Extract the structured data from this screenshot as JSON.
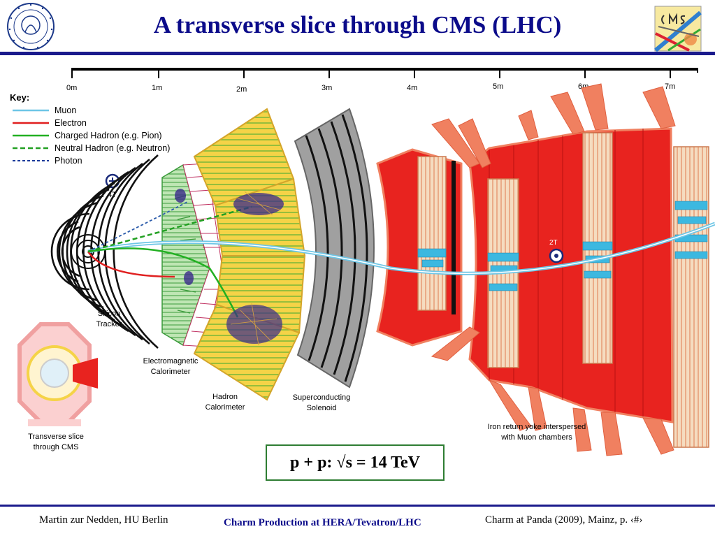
{
  "title": "A transverse slice through CMS (LHC)",
  "scale_ticks": [
    "0m",
    "1m",
    "2m",
    "3m",
    "4m",
    "5m",
    "6m",
    "7m"
  ],
  "key": {
    "heading": "Key:",
    "items": [
      {
        "label": "Muon",
        "color": "#6ec6e6",
        "style": "solid"
      },
      {
        "label": "Electron",
        "color": "#e02020",
        "style": "solid"
      },
      {
        "label": "Charged Hadron (e.g. Pion)",
        "color": "#22b022",
        "style": "solid"
      },
      {
        "label": "Neutral Hadron (e.g. Neutron)",
        "color": "#22a022",
        "style": "dashed"
      },
      {
        "label": "Photon",
        "color": "#1a3a9a",
        "style": "dashed"
      }
    ]
  },
  "field_labels": {
    "inner": "4T",
    "outer": "2T"
  },
  "components": {
    "tracker": [
      "Silicon",
      "Tracker"
    ],
    "ecal": [
      "Electromagnetic",
      "Calorimeter"
    ],
    "hcal": [
      "Hadron",
      "Calorimeter"
    ],
    "solenoid": [
      "Superconducting",
      "Solenoid"
    ],
    "yoke": [
      "Iron return yoke interspersed",
      "with Muon chambers"
    ],
    "thumbnail": [
      "Transverse slice",
      "through CMS"
    ]
  },
  "energy_box": "p + p: √s = 14 TeV",
  "footer": {
    "left": "Martin zur Nedden, HU Berlin",
    "center": "Charm Production at HERA/Tevatron/LHC",
    "right": "Charm at Panda (2009), Mainz, p. ‹#›"
  },
  "colors": {
    "title": "#0b0b8a",
    "rule": "#1a1a8c",
    "yoke": "#e8231f",
    "calorimeter": "#f5d347",
    "tracker": "#9fd89a",
    "solenoid": "#9a9a9a",
    "chambers": "#f5dcc0",
    "chamber_hits": "#3cb8e0"
  }
}
